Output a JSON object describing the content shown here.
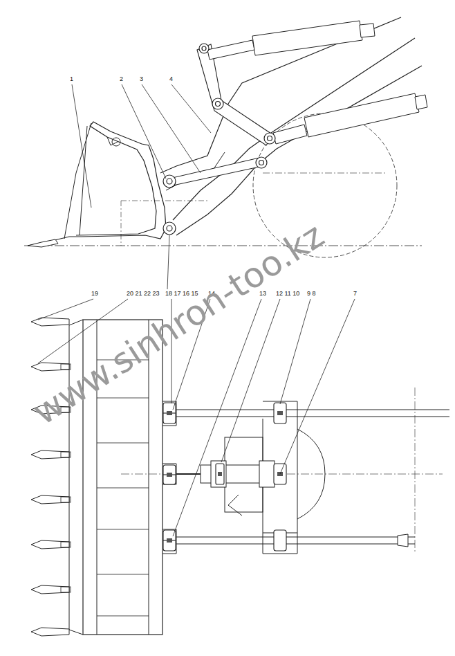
{
  "diagram": {
    "labels": [
      "1",
      "2",
      "3",
      "4",
      "19",
      "20 21 22 23",
      "18 17 16 15",
      "14",
      "13",
      "12 11 10",
      "9 8",
      "7",
      "www.sinhron-too.kz"
    ]
  }
}
